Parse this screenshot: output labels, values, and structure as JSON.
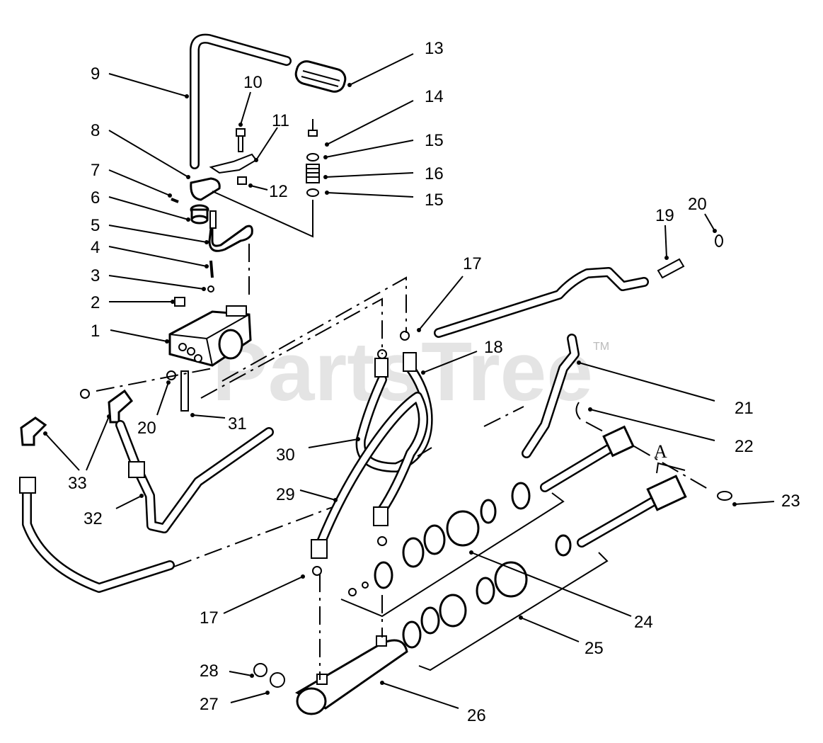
{
  "watermark": {
    "text": "PartsTree",
    "tm": "TM"
  },
  "detail_letter": "A",
  "callouts": [
    {
      "id": "c1",
      "label": "1"
    },
    {
      "id": "c2",
      "label": "2"
    },
    {
      "id": "c3",
      "label": "3"
    },
    {
      "id": "c4",
      "label": "4"
    },
    {
      "id": "c5",
      "label": "5"
    },
    {
      "id": "c6",
      "label": "6"
    },
    {
      "id": "c7",
      "label": "7"
    },
    {
      "id": "c8",
      "label": "8"
    },
    {
      "id": "c9",
      "label": "9"
    },
    {
      "id": "c10",
      "label": "10"
    },
    {
      "id": "c11",
      "label": "11"
    },
    {
      "id": "c12",
      "label": "12"
    },
    {
      "id": "c13",
      "label": "13"
    },
    {
      "id": "c14",
      "label": "14"
    },
    {
      "id": "c15a",
      "label": "15"
    },
    {
      "id": "c16",
      "label": "16"
    },
    {
      "id": "c15b",
      "label": "15"
    },
    {
      "id": "c17a",
      "label": "17"
    },
    {
      "id": "c18",
      "label": "18"
    },
    {
      "id": "c19",
      "label": "19"
    },
    {
      "id": "c20a",
      "label": "20"
    },
    {
      "id": "c20b",
      "label": "20"
    },
    {
      "id": "c21",
      "label": "21"
    },
    {
      "id": "c22",
      "label": "22"
    },
    {
      "id": "c23",
      "label": "23"
    },
    {
      "id": "c24",
      "label": "24"
    },
    {
      "id": "c25",
      "label": "25"
    },
    {
      "id": "c26",
      "label": "26"
    },
    {
      "id": "c27",
      "label": "27"
    },
    {
      "id": "c28",
      "label": "28"
    },
    {
      "id": "c29",
      "label": "29"
    },
    {
      "id": "c30",
      "label": "30"
    },
    {
      "id": "c31",
      "label": "31"
    },
    {
      "id": "c32",
      "label": "32"
    },
    {
      "id": "c33",
      "label": "33"
    },
    {
      "id": "c17b",
      "label": "17"
    }
  ]
}
